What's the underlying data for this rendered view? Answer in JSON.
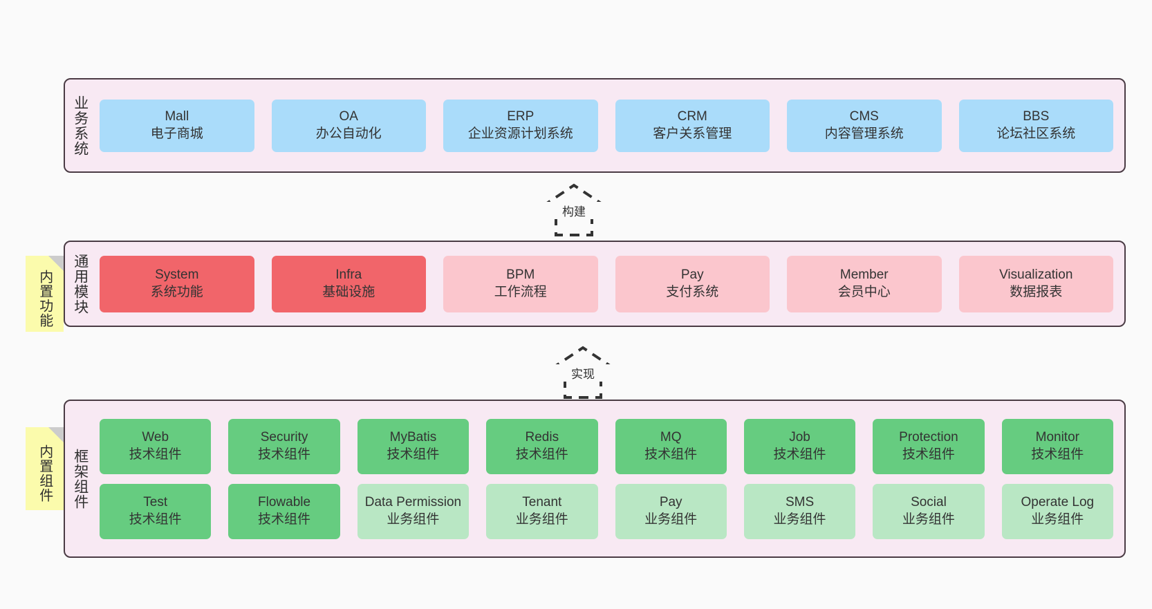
{
  "diagram": {
    "background_color": "#fafafa",
    "frame_border_color": "#4a3b44",
    "frame_fill_color": "#f8e9f3",
    "sticky_color": "#fbfbac"
  },
  "layers": [
    {
      "id": "business-systems",
      "title": "业务系统",
      "sticky": null,
      "rows": [
        {
          "cards": [
            {
              "name": "Mall",
              "subtitle": "电子商城",
              "color": "#aadcfa",
              "tone": "blue"
            },
            {
              "name": "OA",
              "subtitle": "办公自动化",
              "color": "#aadcfa",
              "tone": "blue"
            },
            {
              "name": "ERP",
              "subtitle": "企业资源计划系统",
              "color": "#aadcfa",
              "tone": "blue"
            },
            {
              "name": "CRM",
              "subtitle": "客户关系管理",
              "color": "#aadcfa",
              "tone": "blue"
            },
            {
              "name": "CMS",
              "subtitle": "内容管理系统",
              "color": "#aadcfa",
              "tone": "blue"
            },
            {
              "name": "BBS",
              "subtitle": "论坛社区系统",
              "color": "#aadcfa",
              "tone": "blue"
            }
          ]
        }
      ]
    },
    {
      "id": "common-modules",
      "title": "通用模块",
      "sticky": "内置功能",
      "rows": [
        {
          "cards": [
            {
              "name": "System",
              "subtitle": "系统功能",
              "color": "#f1656a",
              "tone": "red"
            },
            {
              "name": "Infra",
              "subtitle": "基础设施",
              "color": "#f1656a",
              "tone": "red"
            },
            {
              "name": "BPM",
              "subtitle": "工作流程",
              "color": "#fbc6cd",
              "tone": "pink"
            },
            {
              "name": "Pay",
              "subtitle": "支付系统",
              "color": "#fbc6cd",
              "tone": "pink"
            },
            {
              "name": "Member",
              "subtitle": "会员中心",
              "color": "#fbc6cd",
              "tone": "pink"
            },
            {
              "name": "Visualization",
              "subtitle": "数据报表",
              "color": "#fbc6cd",
              "tone": "pink"
            }
          ]
        }
      ]
    },
    {
      "id": "framework-components",
      "title": "框架组件",
      "sticky": "内置组件",
      "rows": [
        {
          "cards": [
            {
              "name": "Web",
              "subtitle": "技术组件",
              "color": "#66cc80",
              "tone": "green"
            },
            {
              "name": "Security",
              "subtitle": "技术组件",
              "color": "#66cc80",
              "tone": "green"
            },
            {
              "name": "MyBatis",
              "subtitle": "技术组件",
              "color": "#66cc80",
              "tone": "green"
            },
            {
              "name": "Redis",
              "subtitle": "技术组件",
              "color": "#66cc80",
              "tone": "green"
            },
            {
              "name": "MQ",
              "subtitle": "技术组件",
              "color": "#66cc80",
              "tone": "green"
            },
            {
              "name": "Job",
              "subtitle": "技术组件",
              "color": "#66cc80",
              "tone": "green"
            },
            {
              "name": "Protection",
              "subtitle": "技术组件",
              "color": "#66cc80",
              "tone": "green"
            },
            {
              "name": "Monitor",
              "subtitle": "技术组件",
              "color": "#66cc80",
              "tone": "green"
            }
          ]
        },
        {
          "cards": [
            {
              "name": "Test",
              "subtitle": "技术组件",
              "color": "#66cc80",
              "tone": "green"
            },
            {
              "name": "Flowable",
              "subtitle": "技术组件",
              "color": "#66cc80",
              "tone": "green"
            },
            {
              "name": "Data Permission",
              "subtitle": "业务组件",
              "color": "#b9e7c4",
              "tone": "lightgreen"
            },
            {
              "name": "Tenant",
              "subtitle": "业务组件",
              "color": "#b9e7c4",
              "tone": "lightgreen"
            },
            {
              "name": "Pay",
              "subtitle": "业务组件",
              "color": "#b9e7c4",
              "tone": "lightgreen"
            },
            {
              "name": "SMS",
              "subtitle": "业务组件",
              "color": "#b9e7c4",
              "tone": "lightgreen"
            },
            {
              "name": "Social",
              "subtitle": "业务组件",
              "color": "#b9e7c4",
              "tone": "lightgreen"
            },
            {
              "name": "Operate Log",
              "subtitle": "业务组件",
              "color": "#b9e7c4",
              "tone": "lightgreen"
            }
          ]
        }
      ]
    }
  ],
  "connectors": [
    {
      "id": "build",
      "label": "构建",
      "direction": "up",
      "style": "dashed-hollow-arrow"
    },
    {
      "id": "implement",
      "label": "实现",
      "direction": "up",
      "style": "dashed-hollow-arrow"
    }
  ]
}
